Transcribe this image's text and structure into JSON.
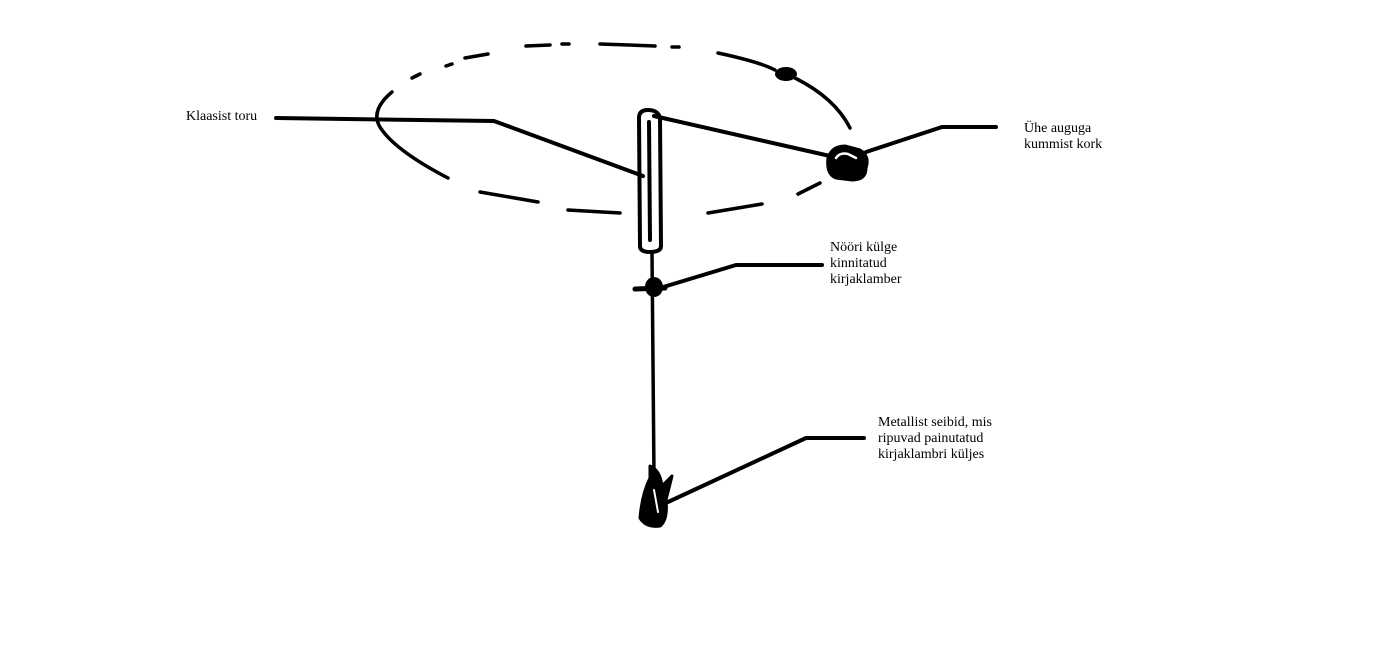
{
  "colors": {
    "ink": "#000000",
    "background": "#ffffff"
  },
  "labels": {
    "glass_tube": {
      "lines": [
        "Klaasist toru"
      ]
    },
    "rubber_stopper": {
      "lines": [
        "Ühe auguga",
        "kummist kork"
      ]
    },
    "paper_clip": {
      "lines": [
        "Nööri külge",
        "kinnitatud",
        "kirjaklamber"
      ]
    },
    "metal_washers": {
      "lines": [
        "Metallist seibid, mis",
        "ripuvad painutatud",
        "kirjaklambri küljes"
      ]
    }
  }
}
